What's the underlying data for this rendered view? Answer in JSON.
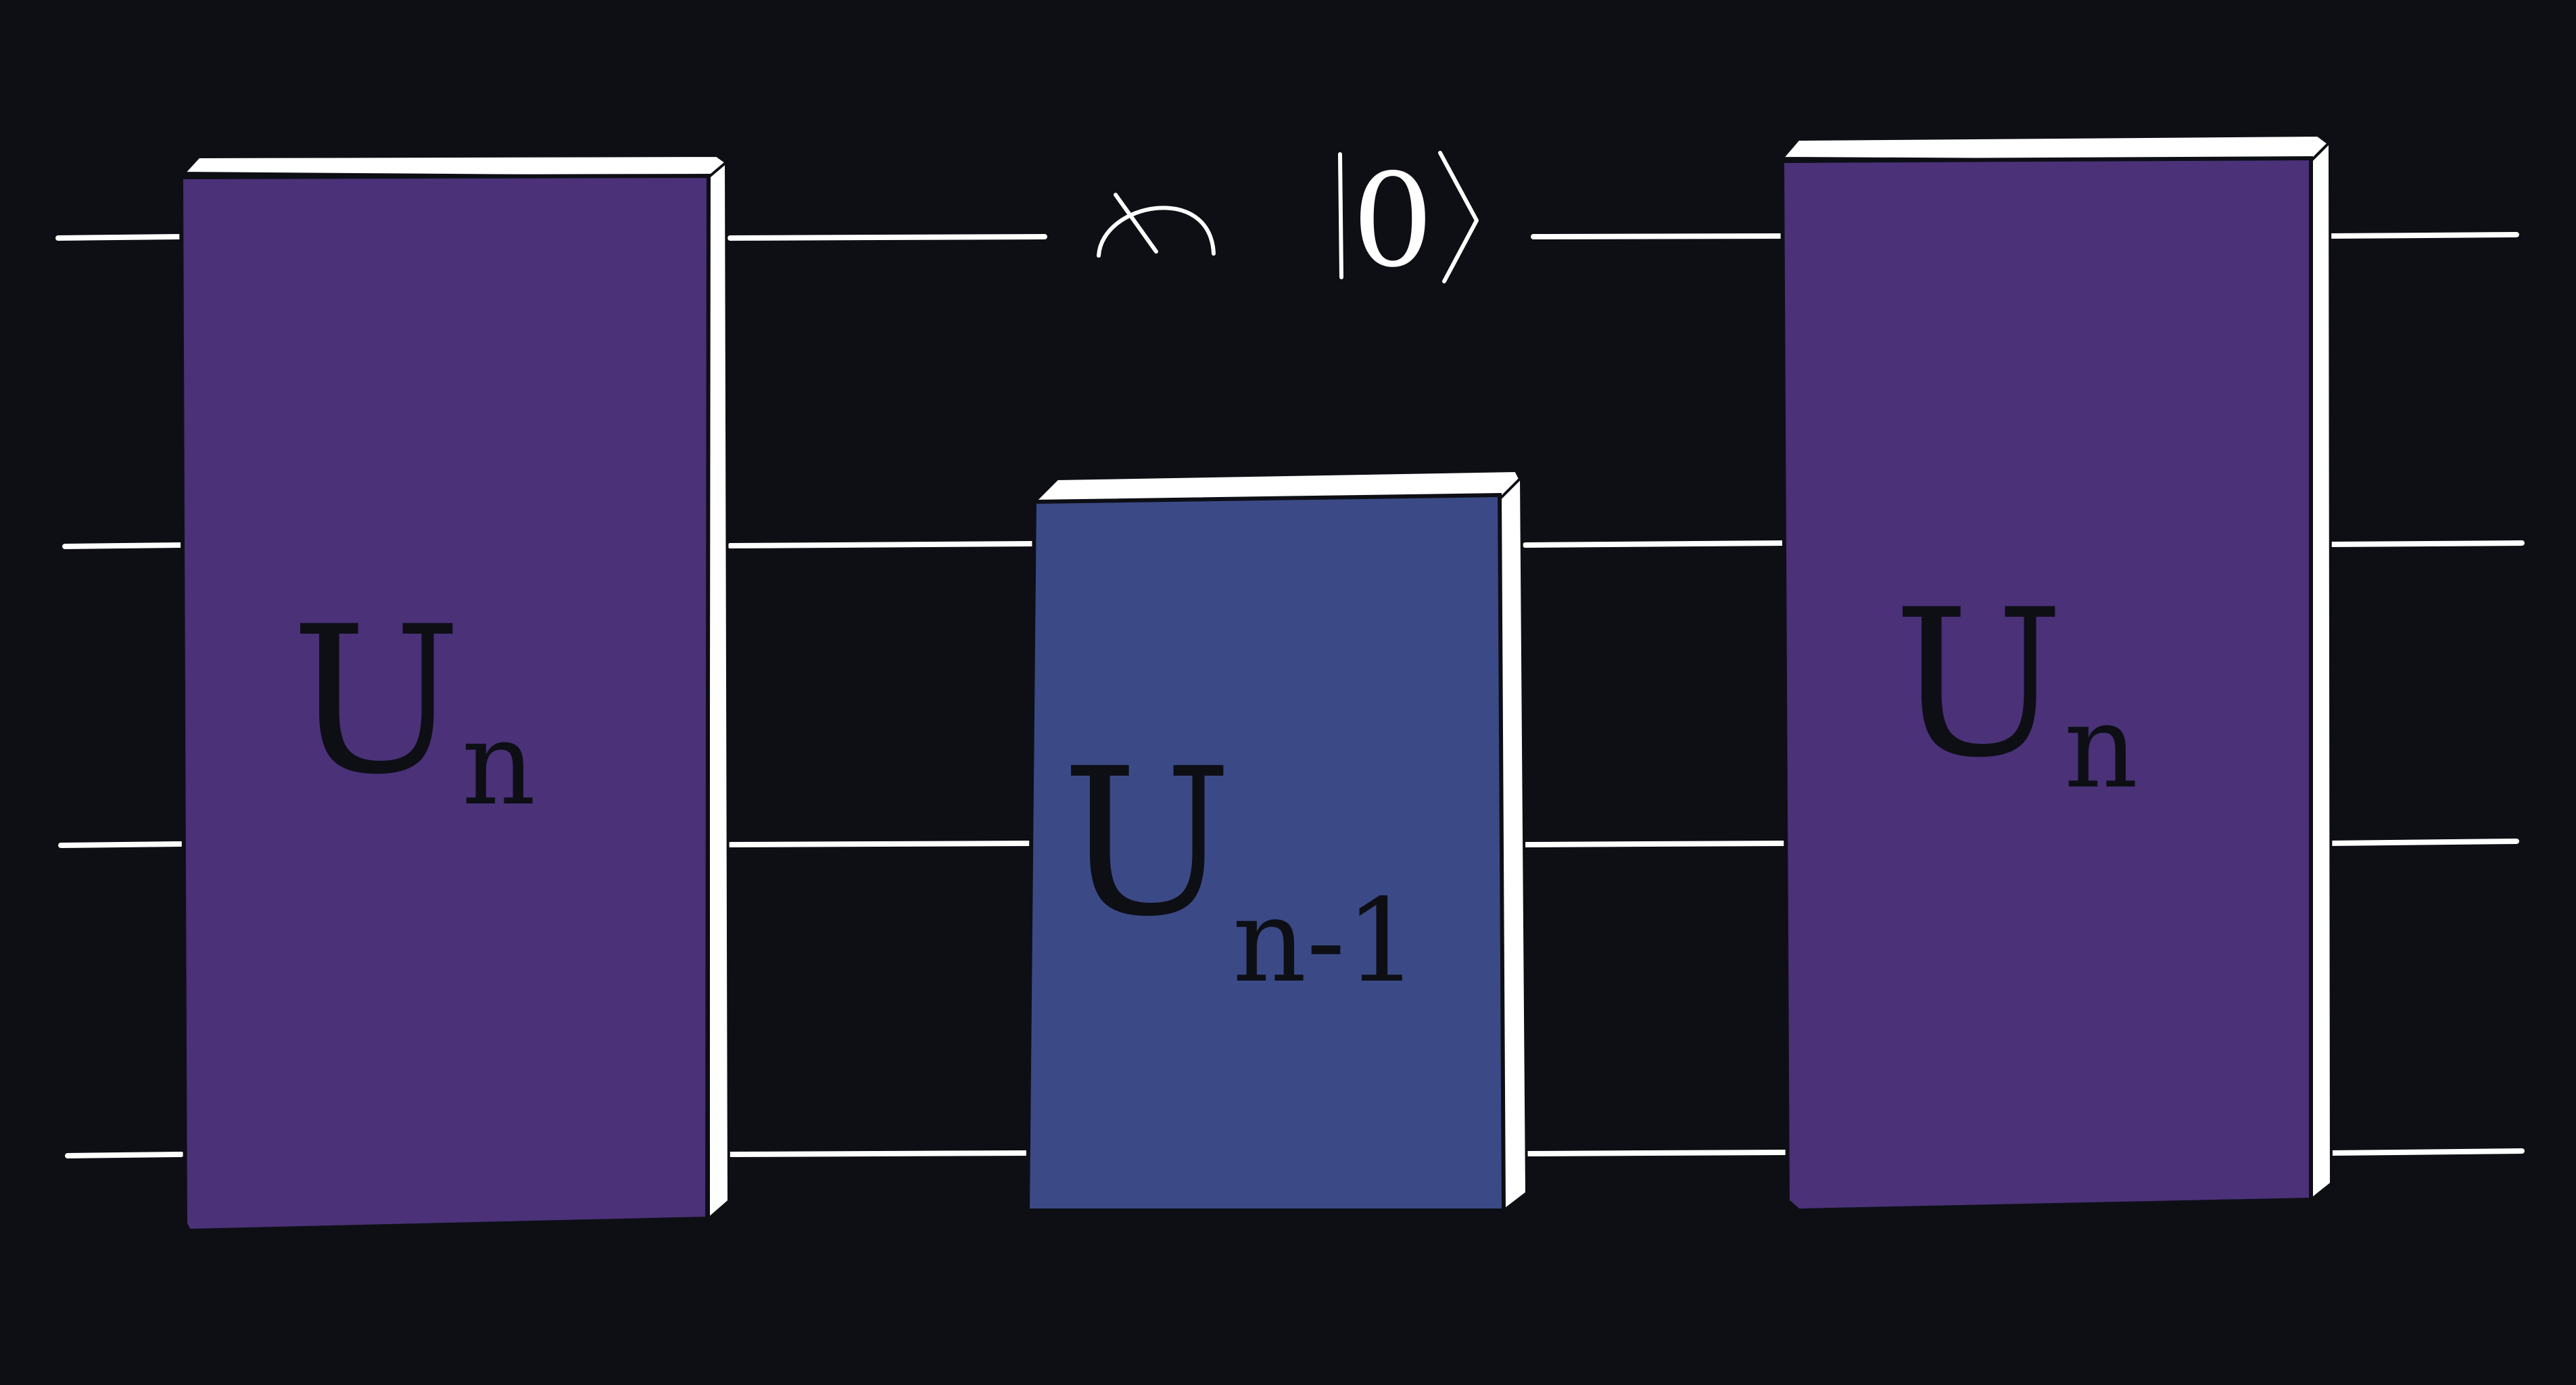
{
  "colors": {
    "background": "#0d0f15",
    "wire": "#ffffff",
    "gate_face_purple": "#4a3178",
    "gate_face_blue": "#3b4a86",
    "gate_edge": "#ffffff",
    "label": "#0d0f15"
  },
  "circuit": {
    "wire_count": 4,
    "gates": [
      {
        "label": "U",
        "subscript": "n",
        "color": "#4a3178",
        "wires": [
          1,
          2,
          3,
          4
        ]
      },
      {
        "label": "U",
        "subscript": "n-1",
        "color": "#3b4a86",
        "wires": [
          2,
          3,
          4
        ]
      },
      {
        "label": "U",
        "subscript": "n",
        "color": "#4a3178",
        "wires": [
          1,
          2,
          3,
          4
        ]
      }
    ],
    "measurement": {
      "icon": "measurement-meter-icon",
      "wire": 1
    },
    "reset": {
      "ket": "|0⟩",
      "digit": "0",
      "wire": 1
    }
  }
}
